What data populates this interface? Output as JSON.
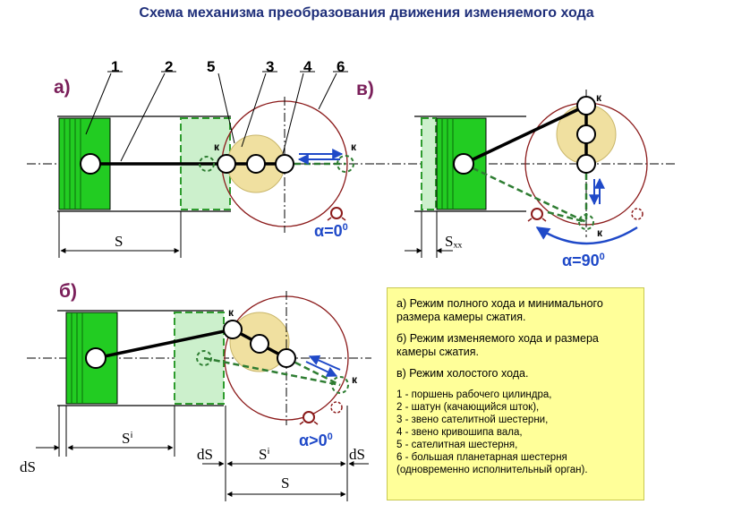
{
  "title": "Схема механизма преобразования движения изменяемого хода",
  "part_numbers": [
    "1",
    "2",
    "5",
    "3",
    "4",
    "6"
  ],
  "sections": {
    "a": "а)",
    "b": "б)",
    "v": "в)"
  },
  "point_label": "к",
  "dims": {
    "S": "S",
    "S_i": "Sⁱ",
    "dS": "dS",
    "S_xx": "Sₓₓ"
  },
  "angles": {
    "a": "α=0",
    "a_sup": "0",
    "v": "α=90",
    "v_sup": "0",
    "b": "α>0",
    "b_sup": "0"
  },
  "legend": {
    "mode_a": "а) Режим полного хода и минимального размера камеры сжатия.",
    "mode_b": "б) Режим изменяемого хода и размера камеры сжатия.",
    "mode_v": "в) Режим холостого хода.",
    "items": [
      "1 - поршень рабочего цилиндра,",
      "2 - шатун (качающийся шток),",
      "3 - звено сателитной шестерни,",
      "4 - звено кривошипа вала,",
      "5 - сателитная шестерня,",
      "6 - большая планетарная шестерня",
      "(одновременно исполнительный орган)."
    ]
  },
  "colors": {
    "title": "#1f2f7a",
    "section": "#7a1f5a",
    "piston": "#22cc22",
    "crank_circle": "#8b1a1a",
    "gear": "#f0e0a0",
    "arrow": "#1f49c8",
    "dashed": "#2e7d32",
    "legend_bg": "#ffff99"
  }
}
